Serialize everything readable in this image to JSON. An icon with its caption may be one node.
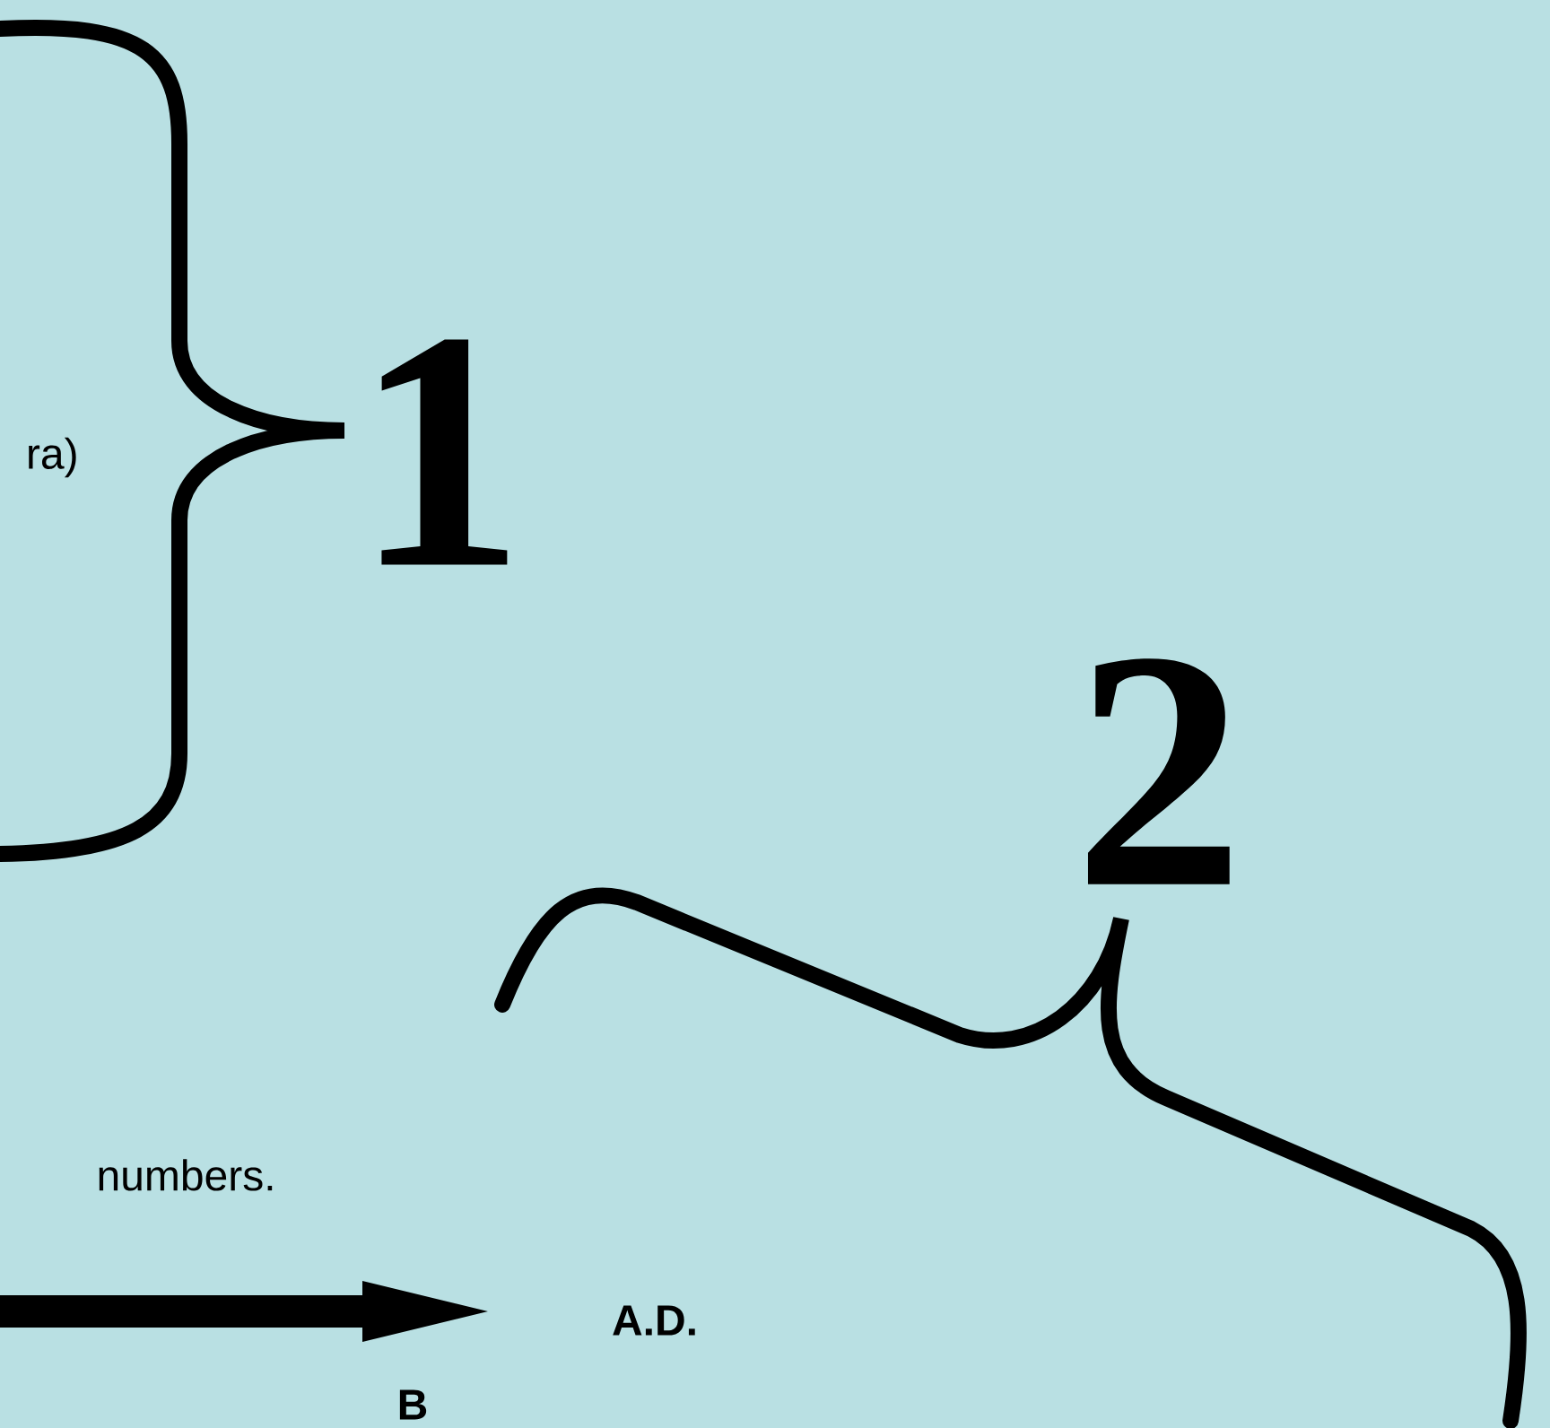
{
  "diagram": {
    "labels": [
      "ra)",
      "1",
      "2",
      "numbers.",
      "A.D.",
      "B"
    ]
  }
}
